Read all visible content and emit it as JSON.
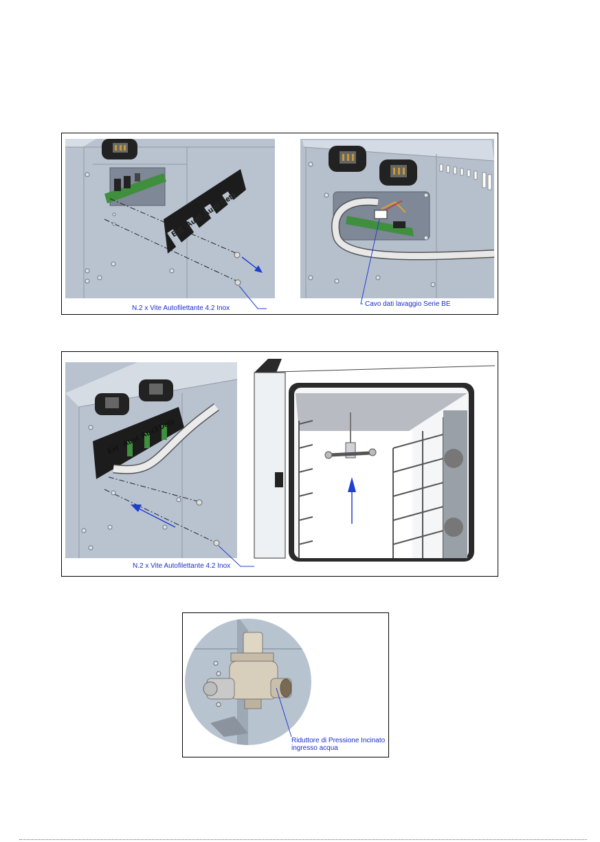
{
  "figure1": {
    "left_panel": {
      "callout_screws": "N.2 x Vite Autofilettante 4.2 Inox",
      "bracket_labels": [
        "Ext",
        "Aust",
        "Aux3",
        "Dete"
      ]
    },
    "right_panel": {
      "callout_cable": "Cavo dati lavaggio Serie BE"
    }
  },
  "figure2": {
    "left_panel": {
      "callout_screws": "N.2 x Vite Autofilettante 4.2 Inox",
      "bracket_labels": [
        "Ext",
        "Aust",
        "Aux3",
        "Dete"
      ]
    }
  },
  "figure3": {
    "callout_line1": "Riduttore di Pressione Incinato",
    "callout_line2": "ingresso acqua"
  },
  "colors": {
    "callout_text": "#1a2ccc",
    "arrow": "#1f3fcf",
    "panel_metal": "#b4bfcd",
    "bracket": "#1c1c1c",
    "pcb": "#3f8f3f"
  }
}
